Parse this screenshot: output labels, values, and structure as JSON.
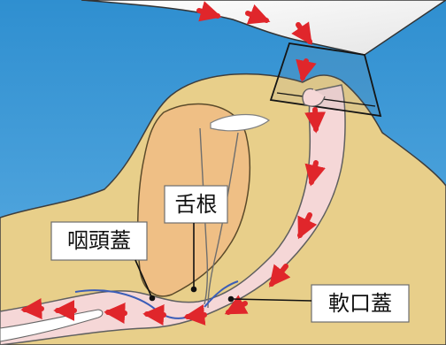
{
  "labels": {
    "tongue_base": "舌根",
    "epiglottis": "咽頭蓋",
    "soft_palate": "軟口蓋"
  },
  "colors": {
    "sky": "#2f8fd0",
    "tissue": "#e8cf8a",
    "tongue": "#efbf85",
    "airway": "#f5d7d7",
    "arrow": "#e0262b",
    "mask": "#f5f5f5"
  },
  "icons": {
    "airflow": "airflow-arrow-icon"
  }
}
